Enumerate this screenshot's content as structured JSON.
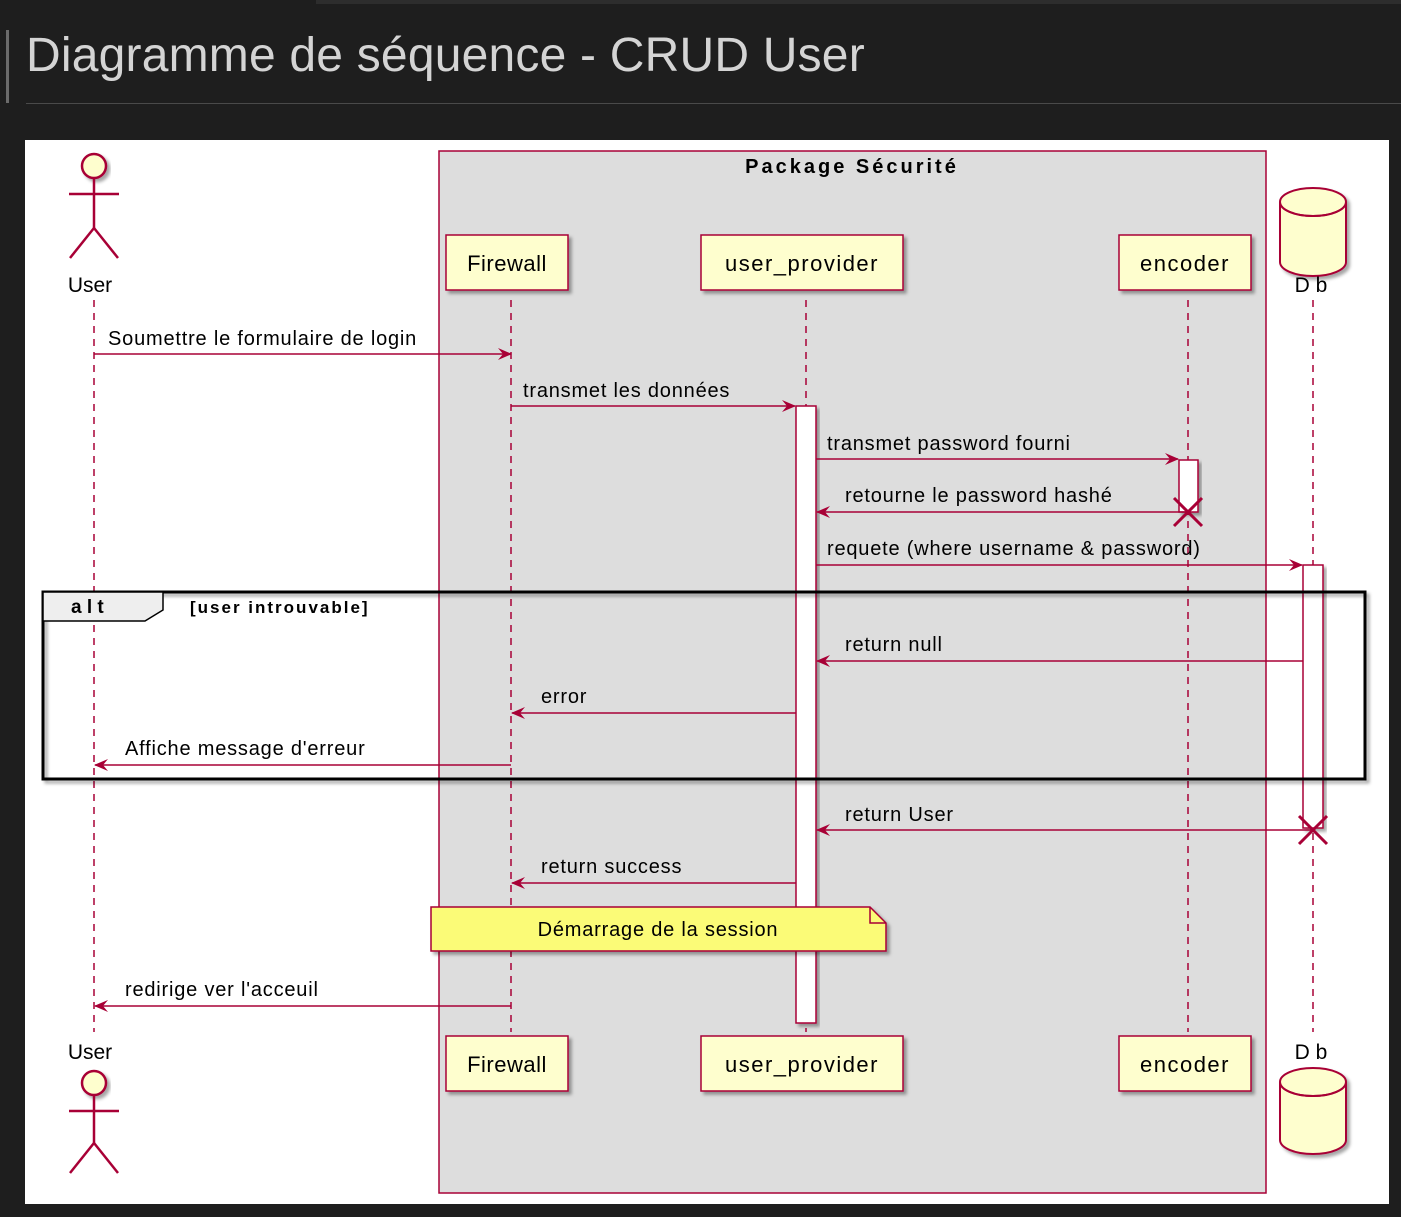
{
  "page": {
    "title": "Diagramme de séquence - CRUD User"
  },
  "diagram": {
    "package_label": "Package Sécurité",
    "participants": [
      {
        "id": "user",
        "label": "User",
        "kind": "actor"
      },
      {
        "id": "firewall",
        "label": "Firewall",
        "kind": "participant"
      },
      {
        "id": "user_provider",
        "label": "user_provider",
        "kind": "participant"
      },
      {
        "id": "encoder",
        "label": "encoder",
        "kind": "participant"
      },
      {
        "id": "db",
        "label": "D b",
        "kind": "database"
      }
    ],
    "messages": [
      {
        "from": "user",
        "to": "firewall",
        "label": "Soumettre le formulaire de login"
      },
      {
        "from": "firewall",
        "to": "user_provider",
        "label": "transmet les données"
      },
      {
        "from": "user_provider",
        "to": "encoder",
        "label": "transmet password fourni"
      },
      {
        "from": "encoder",
        "to": "user_provider",
        "label": "retourne le password hashé"
      },
      {
        "from": "user_provider",
        "to": "db",
        "label": "requete (where username & password)"
      },
      {
        "from": "db",
        "to": "user_provider",
        "label": "return null"
      },
      {
        "from": "user_provider",
        "to": "firewall",
        "label": "error"
      },
      {
        "from": "firewall",
        "to": "user",
        "label": "Affiche message d'erreur"
      },
      {
        "from": "db",
        "to": "user_provider",
        "label": "return User"
      },
      {
        "from": "user_provider",
        "to": "firewall",
        "label": "return success"
      },
      {
        "from": "firewall",
        "to": "user",
        "label": "redirige ver l'acceuil"
      }
    ],
    "alt_fragment": {
      "keyword": "a l t",
      "condition": "[user introuvable]"
    },
    "note": "Démarrage de la session",
    "colors": {
      "line": "#a80036",
      "participant_fill": "#fefece",
      "package_fill": "#dddddd",
      "note_fill": "#fbfb77",
      "fragment": "#000000"
    }
  }
}
